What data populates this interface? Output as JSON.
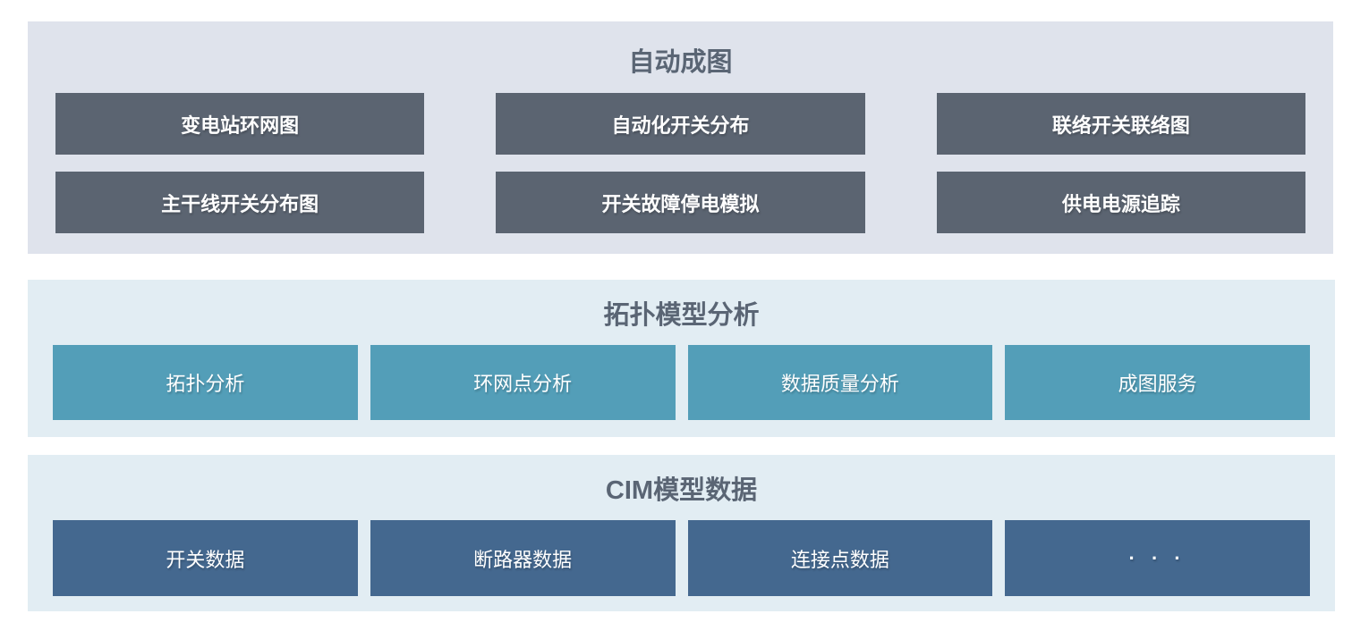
{
  "colors": {
    "page_background": "#ffffff",
    "band1_background": "#dfe3ec",
    "band2_background": "#e2edf3",
    "band3_background": "#e2edf3",
    "dark_slate_box": "#5b6471",
    "teal_box": "#539eb8",
    "steel_blue_box": "#44688f",
    "title_text": "#5a6574",
    "box_text": "#ffffff"
  },
  "sections": [
    {
      "title": "自动成图",
      "items": [
        "变电站环网图",
        "自动化开关分布",
        "联络开关联络图",
        "主干线开关分布图",
        "开关故障停电模拟",
        "供电电源追踪"
      ]
    },
    {
      "title": "拓扑模型分析",
      "items": [
        "拓扑分析",
        "环网点分析",
        "数据质量分析",
        "成图服务"
      ]
    },
    {
      "title": "CIM模型数据",
      "items": [
        "开关数据",
        "断路器数据",
        "连接点数据",
        "· · ·"
      ]
    }
  ]
}
